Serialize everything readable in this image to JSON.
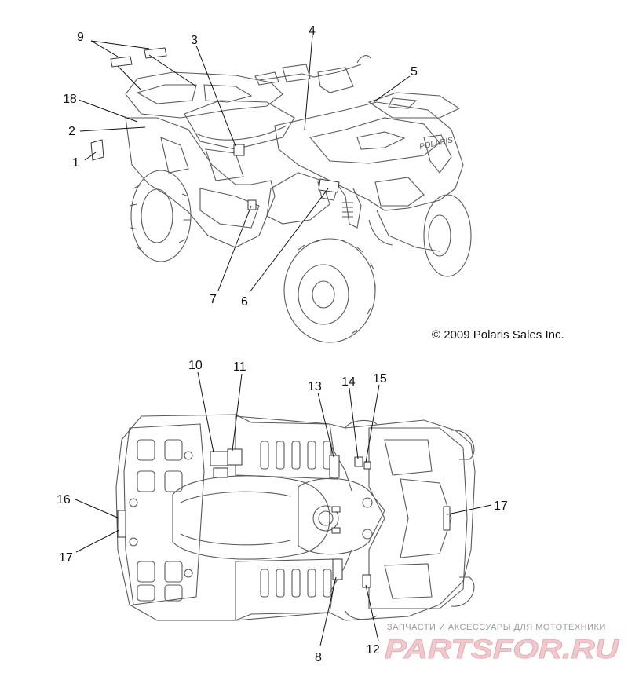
{
  "copyright": "© 2009 Polaris Sales Inc.",
  "watermark": {
    "tagline": "ЗАПЧАСТИ И АКСЕССУАРЫ ДЛЯ МОТОТЕХНИКИ",
    "logo": "PARTSFOR.RU"
  },
  "callouts": {
    "c1": "1",
    "c2": "2",
    "c3": "3",
    "c4": "4",
    "c5": "5",
    "c6": "6",
    "c7": "7",
    "c8": "8",
    "c9": "9",
    "c10": "10",
    "c11": "11",
    "c12": "12",
    "c13": "13",
    "c14": "14",
    "c15": "15",
    "c16": "16",
    "c17a": "17",
    "c17b": "17",
    "c18": "18"
  }
}
